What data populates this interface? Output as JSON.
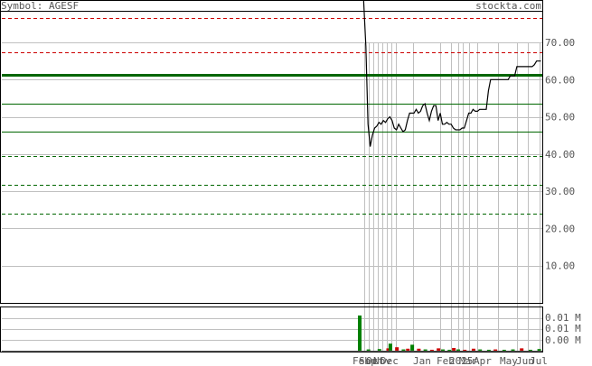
{
  "header": {
    "symbol_label": "Symbol: AGESF",
    "site": "stockta.com"
  },
  "colors": {
    "frame": "#000000",
    "grid": "#c0c0c0",
    "price_line": "#000000",
    "support_resistance": "#006600",
    "red_dash": "#cc0000",
    "green_dash": "#006600",
    "vol_up": "#008000",
    "vol_down": "#cc0000",
    "label": "#555555"
  },
  "chart_data": {
    "type": "line",
    "title": "",
    "price_axis": {
      "ylim": [
        0,
        78
      ],
      "ticks": [
        10,
        20,
        30,
        40,
        50,
        60,
        70
      ],
      "tick_labels": [
        "10.00",
        "20.00",
        "30.00",
        "40.00",
        "50.00",
        "60.00",
        "70.00"
      ]
    },
    "volume_axis": {
      "tick_labels": [
        "0.01 M",
        "0.01 M",
        "0.00 M"
      ]
    },
    "x_labels": [
      "Feb",
      "Sep",
      "Oct",
      "Nov",
      "Dec",
      "Jan",
      "Feb",
      "2025",
      "Mar",
      "Apr",
      "May",
      "Jun",
      "Jul"
    ],
    "horizontal_levels": [
      {
        "value": 76.5,
        "style": "dashed",
        "color": "red"
      },
      {
        "value": 67.3,
        "style": "dashed",
        "color": "red"
      },
      {
        "value": 61.2,
        "style": "thick",
        "color": "green"
      },
      {
        "value": 53.5,
        "style": "solid",
        "color": "green"
      },
      {
        "value": 46.0,
        "style": "solid",
        "color": "green"
      },
      {
        "value": 39.5,
        "style": "dashed",
        "color": "green"
      },
      {
        "value": 31.8,
        "style": "dashed",
        "color": "green"
      },
      {
        "value": 24.0,
        "style": "dashed",
        "color": "green"
      }
    ],
    "series": [
      {
        "points": [
          [
            0,
            107
          ],
          [
            1,
            105
          ],
          [
            2,
            88
          ],
          [
            3,
            69
          ],
          [
            4,
            48
          ],
          [
            5,
            42
          ],
          [
            6,
            45
          ],
          [
            7,
            47
          ],
          [
            8,
            47.5
          ],
          [
            9,
            48.5
          ],
          [
            10,
            48
          ],
          [
            11,
            49
          ],
          [
            12,
            48.5
          ],
          [
            13,
            49.5
          ],
          [
            14,
            50
          ],
          [
            15,
            49
          ],
          [
            16,
            47
          ],
          [
            17,
            46.5
          ],
          [
            18,
            48
          ],
          [
            19,
            47
          ],
          [
            20,
            46
          ],
          [
            21,
            46.5
          ],
          [
            22,
            49
          ],
          [
            23,
            51
          ],
          [
            24,
            51
          ],
          [
            25,
            51
          ],
          [
            26,
            52
          ],
          [
            27,
            51
          ],
          [
            28,
            51.5
          ],
          [
            29,
            53
          ],
          [
            30,
            53.5
          ],
          [
            31,
            51
          ],
          [
            32,
            49
          ],
          [
            33,
            51.5
          ],
          [
            34,
            53
          ],
          [
            35,
            53
          ],
          [
            36,
            49
          ],
          [
            37,
            51
          ],
          [
            38,
            48
          ],
          [
            39,
            48
          ],
          [
            40,
            48.5
          ],
          [
            41,
            48
          ],
          [
            42,
            48
          ],
          [
            43,
            47
          ],
          [
            44,
            46.5
          ],
          [
            45,
            46.5
          ],
          [
            46,
            46.5
          ],
          [
            47,
            47
          ],
          [
            48,
            47
          ],
          [
            49,
            49
          ],
          [
            50,
            51
          ],
          [
            51,
            51
          ],
          [
            52,
            52
          ],
          [
            53,
            51.5
          ],
          [
            54,
            51.5
          ],
          [
            55,
            52
          ],
          [
            56,
            52
          ],
          [
            57,
            52
          ],
          [
            58,
            52
          ],
          [
            59,
            57
          ],
          [
            60,
            60
          ],
          [
            61,
            60
          ],
          [
            62,
            60
          ],
          [
            63,
            60
          ],
          [
            64,
            60
          ],
          [
            65,
            60
          ],
          [
            66,
            60
          ],
          [
            67,
            60
          ],
          [
            68,
            60
          ],
          [
            69,
            61
          ],
          [
            70,
            61
          ],
          [
            71,
            61
          ],
          [
            72,
            63.5
          ],
          [
            73,
            63.5
          ],
          [
            74,
            63.5
          ],
          [
            75,
            63.5
          ],
          [
            76,
            63.5
          ],
          [
            77,
            63.5
          ],
          [
            78,
            63.5
          ],
          [
            79,
            63.5
          ],
          [
            80,
            64
          ],
          [
            81,
            65
          ],
          [
            82,
            65
          ],
          [
            83,
            65
          ]
        ]
      }
    ],
    "volume_bars": [
      {
        "i": 0,
        "v": 1.0,
        "dir": "up"
      },
      {
        "i": 4,
        "v": 0.06,
        "dir": "up"
      },
      {
        "i": 9,
        "v": 0.07,
        "dir": "up"
      },
      {
        "i": 13,
        "v": 0.09,
        "dir": "down"
      },
      {
        "i": 14,
        "v": 0.22,
        "dir": "up"
      },
      {
        "i": 17,
        "v": 0.12,
        "dir": "down"
      },
      {
        "i": 20,
        "v": 0.06,
        "dir": "up"
      },
      {
        "i": 22,
        "v": 0.08,
        "dir": "down"
      },
      {
        "i": 24,
        "v": 0.19,
        "dir": "up"
      },
      {
        "i": 27,
        "v": 0.08,
        "dir": "down"
      },
      {
        "i": 30,
        "v": 0.06,
        "dir": "up"
      },
      {
        "i": 33,
        "v": 0.05,
        "dir": "down"
      },
      {
        "i": 36,
        "v": 0.09,
        "dir": "down"
      },
      {
        "i": 38,
        "v": 0.06,
        "dir": "up"
      },
      {
        "i": 41,
        "v": 0.05,
        "dir": "up"
      },
      {
        "i": 43,
        "v": 0.1,
        "dir": "down"
      },
      {
        "i": 45,
        "v": 0.06,
        "dir": "up"
      },
      {
        "i": 48,
        "v": 0.05,
        "dir": "down"
      },
      {
        "i": 52,
        "v": 0.08,
        "dir": "down"
      },
      {
        "i": 55,
        "v": 0.06,
        "dir": "up"
      },
      {
        "i": 59,
        "v": 0.05,
        "dir": "up"
      },
      {
        "i": 62,
        "v": 0.06,
        "dir": "down"
      },
      {
        "i": 66,
        "v": 0.05,
        "dir": "up"
      },
      {
        "i": 70,
        "v": 0.06,
        "dir": "up"
      },
      {
        "i": 74,
        "v": 0.09,
        "dir": "down"
      },
      {
        "i": 78,
        "v": 0.05,
        "dir": "up"
      },
      {
        "i": 82,
        "v": 0.07,
        "dir": "up"
      }
    ]
  }
}
